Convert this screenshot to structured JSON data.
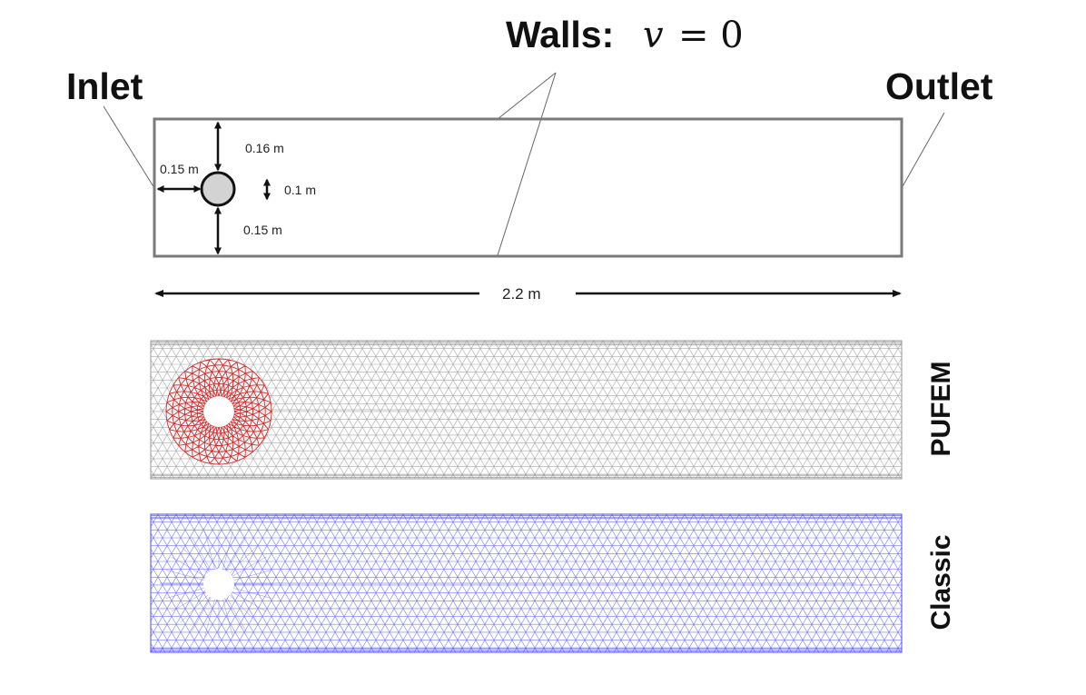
{
  "labels": {
    "inlet": "Inlet",
    "outlet": "Outlet",
    "walls_prefix": "Walls:",
    "walls_var": "v",
    "walls_eq": "= 0"
  },
  "dimensions": {
    "top_gap": "0.16 m",
    "inlet_gap": "0.15 m",
    "diameter": "0.1 m",
    "bottom_gap": "0.15 m",
    "length": "2.2 m"
  },
  "meshes": [
    {
      "label": "PUFEM",
      "line_color": "#8c8c8c",
      "patch_color": "#d42a2a",
      "has_patch": true
    },
    {
      "label": "Classic",
      "line_color": "#4b4bff",
      "patch_color": "",
      "has_patch": false
    }
  ],
  "colors": {
    "channel_border": "#7a7a7a",
    "cylinder_fill": "#d3d3d3",
    "arrow": "#111111"
  }
}
